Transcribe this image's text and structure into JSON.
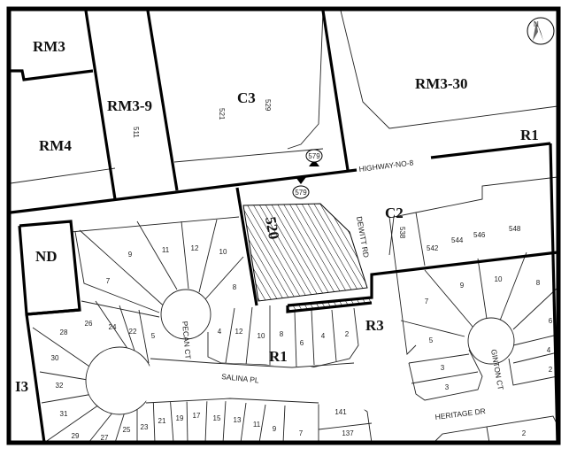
{
  "map": {
    "zones": [
      "RM3",
      "RM4",
      "RM3-9",
      "C3",
      "RM3-30",
      "R1",
      "C2",
      "ND",
      "R1",
      "R3",
      "I3"
    ],
    "highlighted_parcel": "520",
    "highway_shield": "579",
    "north_arrow_label": "N",
    "streets": [
      "HIGHWAY-NO-8",
      "DEWITT RD",
      "PECAN CT",
      "SALINA PL",
      "GINTON CT",
      "HERITAGE DR"
    ],
    "addresses": [
      "511",
      "521",
      "529",
      "538",
      "542",
      "544",
      "546",
      "548"
    ],
    "lots": [
      "9",
      "11",
      "12",
      "10",
      "7",
      "8",
      "28",
      "26",
      "24",
      "22",
      "5",
      "4",
      "12",
      "10",
      "8",
      "30",
      "32",
      "31",
      "29",
      "27",
      "25",
      "23",
      "21",
      "19",
      "17",
      "15",
      "13",
      "11",
      "9",
      "7",
      "6",
      "4",
      "2",
      "7",
      "9",
      "10",
      "8",
      "6",
      "5",
      "4",
      "3",
      "2",
      "3",
      "141",
      "137",
      "2"
    ],
    "colors": {
      "lines": "#000000",
      "hatch": "#000000",
      "background": "#ffffff"
    }
  }
}
